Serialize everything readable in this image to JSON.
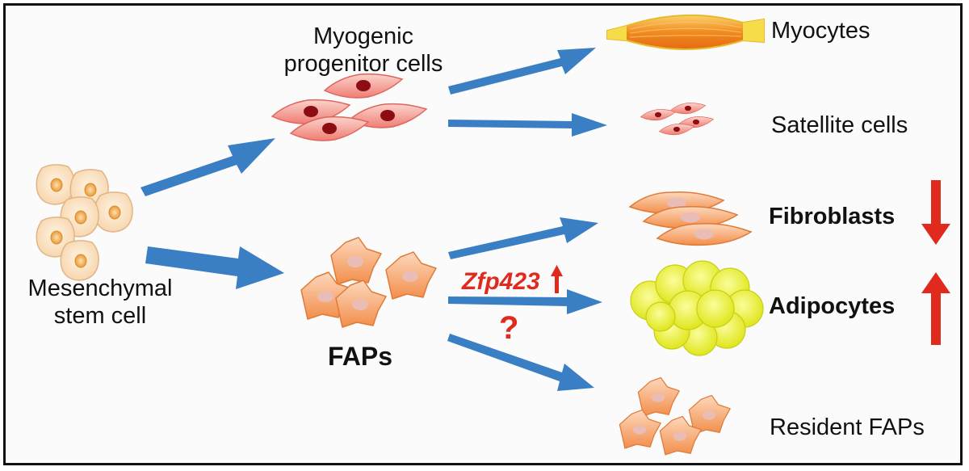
{
  "labels": {
    "myogenic": "Myogenic progenitor cells",
    "myogenic_line1": "Myogenic",
    "myogenic_line2": "progenitor cells",
    "msc_line1": "Mesenchymal",
    "msc_line2": "stem cell",
    "faps": "FAPs",
    "myocytes": "Myocytes",
    "satellite": "Satellite cells",
    "fibroblasts": "Fibroblasts",
    "adipocytes": "Adipocytes",
    "resident": "Resident FAPs",
    "gene": "Zfp423",
    "unknown": "?"
  },
  "regulation": {
    "gene": "up",
    "fibroblasts": "down",
    "adipocytes": "up"
  },
  "colors": {
    "arrow": "#3a7fc4",
    "regulation_arrow": "#e02a1e",
    "msc_cell": "#fbe4c8",
    "msc_nucleus": "#f0a64a",
    "myogenic_cell": "#f4938a",
    "myogenic_nucleus": "#8c0d12",
    "fap_cell": "#f6a36a",
    "fap_nucleus": "#e7b6ae",
    "muscle": "#f39a2b",
    "adipocyte": "#e8ee22"
  }
}
